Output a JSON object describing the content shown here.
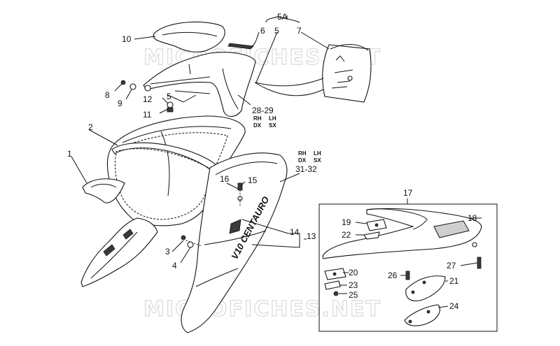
{
  "watermark": "MICROFICHES.NET",
  "brand_script": "V10 CENTAURO",
  "side_labels": {
    "rh": "RH",
    "dx": "DX",
    "lh": "LH",
    "sx": "SX"
  },
  "callouts": {
    "c1": "1",
    "c2": "2",
    "c3": "3",
    "c4": "4",
    "c5": "5",
    "c5b": "5",
    "c5a": "5A",
    "c6": "6",
    "c7": "7",
    "c8": "8",
    "c9": "9",
    "c10": "10",
    "c11": "11",
    "c12": "12",
    "c13": "13",
    "c14": "14",
    "c15": "15",
    "c16": "16",
    "c17": "17",
    "c18": "18",
    "c19": "19",
    "c20": "20",
    "c21": "21",
    "c22": "22",
    "c23": "23",
    "c24": "24",
    "c25": "25",
    "c26": "26",
    "c27": "27",
    "c28_29": "28-29",
    "c31_32": "31-32"
  }
}
